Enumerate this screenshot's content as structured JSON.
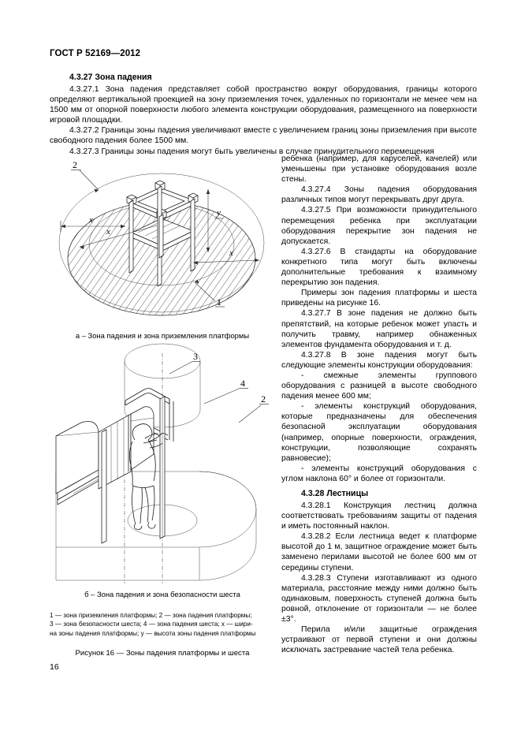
{
  "document": {
    "header": "ГОСТ Р 52169—2012",
    "page_number": "16"
  },
  "sections": {
    "h_4_3_27": "4.3.27  Зона падения",
    "p_4_3_27_1": "4.3.27.1  Зона падения представляет собой пространство вокруг оборудования, границы которого определяют вертикальной проекцией на зону приземления точек, удаленных по горизонтали не менее чем на 1500 мм от опорной поверхности любого элемента конструкции оборудования, размещенного на поверхности игровой площадки.",
    "p_4_3_27_2": "4.3.27.2  Границы зоны падения увеличивают вместе с увеличением границ зоны приземления при высоте свободного падения более 1500 мм.",
    "p_4_3_27_3": "4.3.27.3  Границы зоны падения могут быть увеличены в случае принудительного перемещения",
    "p_4_3_27_3_cont": "ребенка (например, для каруселей, качелей) или уменьшены при установке оборудования возле стены.",
    "p_4_3_27_4": "4.3.27.4 Зоны падения оборудования различных типов могут перекрывать друг друга.",
    "p_4_3_27_5": "4.3.27.5 При возможности принудительного перемещения ребенка при эксплуатации оборудования перекрытие зон падения не допускается.",
    "p_4_3_27_6": "4.3.27.6 В стандарты на оборудование конкретного типа могут быть включены дополнительные требования к взаимному перекрытию зон падения.",
    "p_examples": "Примеры зон падения платформы и шеста приведены на рисунке 16.",
    "p_4_3_27_7": "4.3.27.7  В зоне падения не должно быть препятствий, на которые ребенок может упасть и получить травму, например обнаженных элементов фундамента оборудования и т. д.",
    "p_4_3_27_8": "4.3.27.8  В зоне падения могут быть следующие элементы конструкции оборудования:",
    "bullet_1": "- смежные элементы группового оборудования с разницей в высоте свободного падения менее 600 мм;",
    "bullet_2": "- элементы конструкций оборудования, которые предназначены для обеспечения безопасной эксплуатации оборудования (например, опорные поверхности, ограждения, конструкции, позволяющие сохранять равновесие);",
    "bullet_3": "- элементы конструкций оборудования с углом наклона 60° и более от горизонтали.",
    "h_4_3_28": "4.3.28  Лестницы",
    "p_4_3_28_1": "4.3.28.1 Конструкция лестниц должна соответствовать требованиям защиты от падения и иметь постоянный наклон.",
    "p_4_3_28_2": "4.3.28.2  Если лестница ведет к платформе высотой до 1 м, защитное ограждение может быть заменено перилами высотой не более 600 мм от середины ступени.",
    "p_4_3_28_3": "4.3.28.3  Ступени изготавливают из одного материала, расстояние между ними должно быть одинаковым, поверхность ступеней должна быть ровной, отклонение от горизонтали — не более ±3°.",
    "p_rails": "Перила и/или защитные ограждения устраивают от первой ступени и они должны исключать застревание частей тела ребенка."
  },
  "figure": {
    "caption_a": "а – Зона падения и зона приземления платформы",
    "caption_b": "б – Зона падения и зона безопасности шеста",
    "legend_line1": "1 — зона приземления платформы; 2 — зона падения платформы;",
    "legend_line2": "3 — зона безопасности шеста; 4 — зона падения шеста; x — шири-",
    "legend_line3": "на зоны падения платформы; y — высота зоны падения платформы",
    "title": "Рисунок 16 —  Зоны падения платформы и шеста",
    "labels": {
      "a_1": "1",
      "a_2": "2",
      "a_x1": "x",
      "a_x2": "x",
      "a_x3": "x",
      "a_y": "y",
      "b_2": "2",
      "b_3": "3",
      "b_4": "4"
    }
  }
}
